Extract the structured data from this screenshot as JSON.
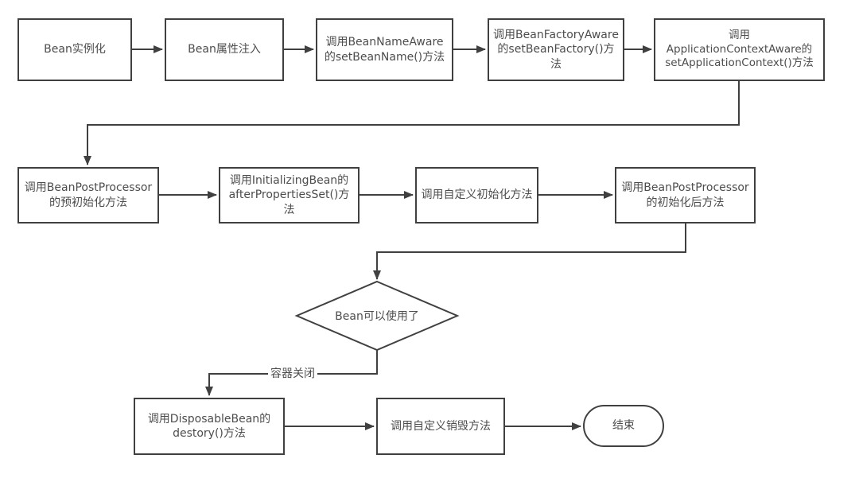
{
  "diagram": {
    "nodes": {
      "instantiate": {
        "label": "Bean实例化"
      },
      "property_injection": {
        "label": "Bean属性注入"
      },
      "bean_name_aware": {
        "label": "调用BeanNameAware\n的setBeanName()方法"
      },
      "bean_factory_aware": {
        "label": "调用BeanFactoryAware\n的setBeanFactory()方\n法"
      },
      "application_context_aware": {
        "label": "调用\nApplicationContextAware的\nsetApplicationContext()方法"
      },
      "post_processor_before": {
        "label": "调用BeanPostProcessor\n的预初始化方法"
      },
      "initializing_bean": {
        "label": "调用InitializingBean的\nafterPropertiesSet()方\n法"
      },
      "custom_init": {
        "label": "调用自定义初始化方法"
      },
      "post_processor_after": {
        "label": "调用BeanPostProcessor\n的初始化后方法"
      },
      "bean_ready": {
        "label": "Bean可以使用了"
      },
      "disposable_bean": {
        "label": "调用DisposableBean的\ndestory()方法"
      },
      "custom_destroy": {
        "label": "调用自定义销毁方法"
      },
      "end": {
        "label": "结束"
      }
    },
    "edge_labels": {
      "container_close": "容器关闭"
    },
    "colors": {
      "stroke": "#404040",
      "text": "#4d4d4d",
      "background": "#ffffff"
    }
  }
}
